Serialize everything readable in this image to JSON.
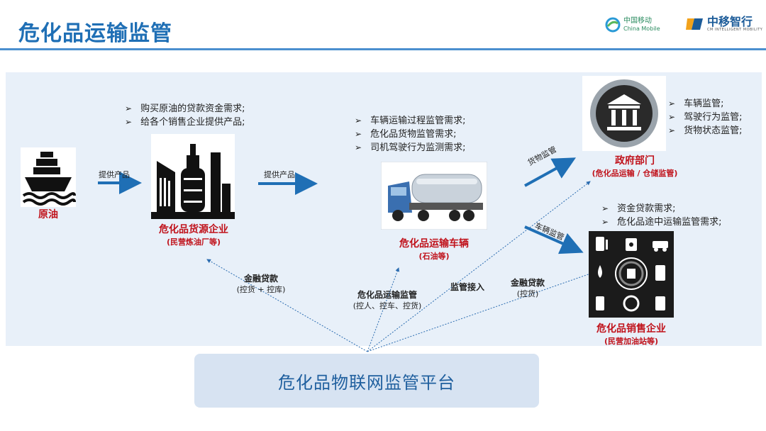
{
  "header": {
    "title": "危化品运输监管",
    "logo_cm_cn": "中国移动",
    "logo_cm_en": "China Mobile",
    "logo_zc_cn": "中移智行",
    "logo_zc_en": "CM INTELLIGENT MOBILITY"
  },
  "nodes": {
    "crude": {
      "label": "原油"
    },
    "refinery": {
      "label": "危化品货源企业",
      "sub": "(民营炼油厂等)"
    },
    "vehicle": {
      "label": "危化品运输车辆",
      "sub": "(石油等)"
    },
    "gov": {
      "label": "政府部门",
      "sub": "(危化品运输 / 仓储监管)"
    },
    "sales": {
      "label": "危化品销售企业",
      "sub": "(民营加油站等)"
    },
    "platform": {
      "label": "危化品物联网监管平台"
    }
  },
  "bullets": {
    "refinery": [
      "购买原油的贷款资金需求;",
      "给各个销售企业提供产品;"
    ],
    "vehicle": [
      "车辆运输过程监管需求;",
      "危化品货物监管需求;",
      "司机驾驶行为监测需求;"
    ],
    "gov": [
      "车辆监管;",
      "驾驶行为监管;",
      "货物状态监管;"
    ],
    "sales": [
      "资金贷款需求;",
      "危化品途中运输监管需求;"
    ]
  },
  "arrows": {
    "supply1": "提供产品",
    "supply2": "提供产品",
    "cargo": "货物监管",
    "vehicle": "车辆监管"
  },
  "links": {
    "finance1": {
      "label": "金融贷款",
      "sub": "(控货 + 控库)"
    },
    "vehicle_monitor": {
      "label": "危化品运输监管",
      "sub": "(控人、控车、控货)"
    },
    "gov_access": {
      "label": "监管接入"
    },
    "finance2": {
      "label": "金融贷款",
      "sub": "(控货)"
    }
  },
  "colors": {
    "title": "#1f6fb5",
    "panel": "#e8f0f9",
    "arrow": "#1f6fb5",
    "node_label": "#c0121b",
    "platform_bg": "#d7e3f2"
  }
}
